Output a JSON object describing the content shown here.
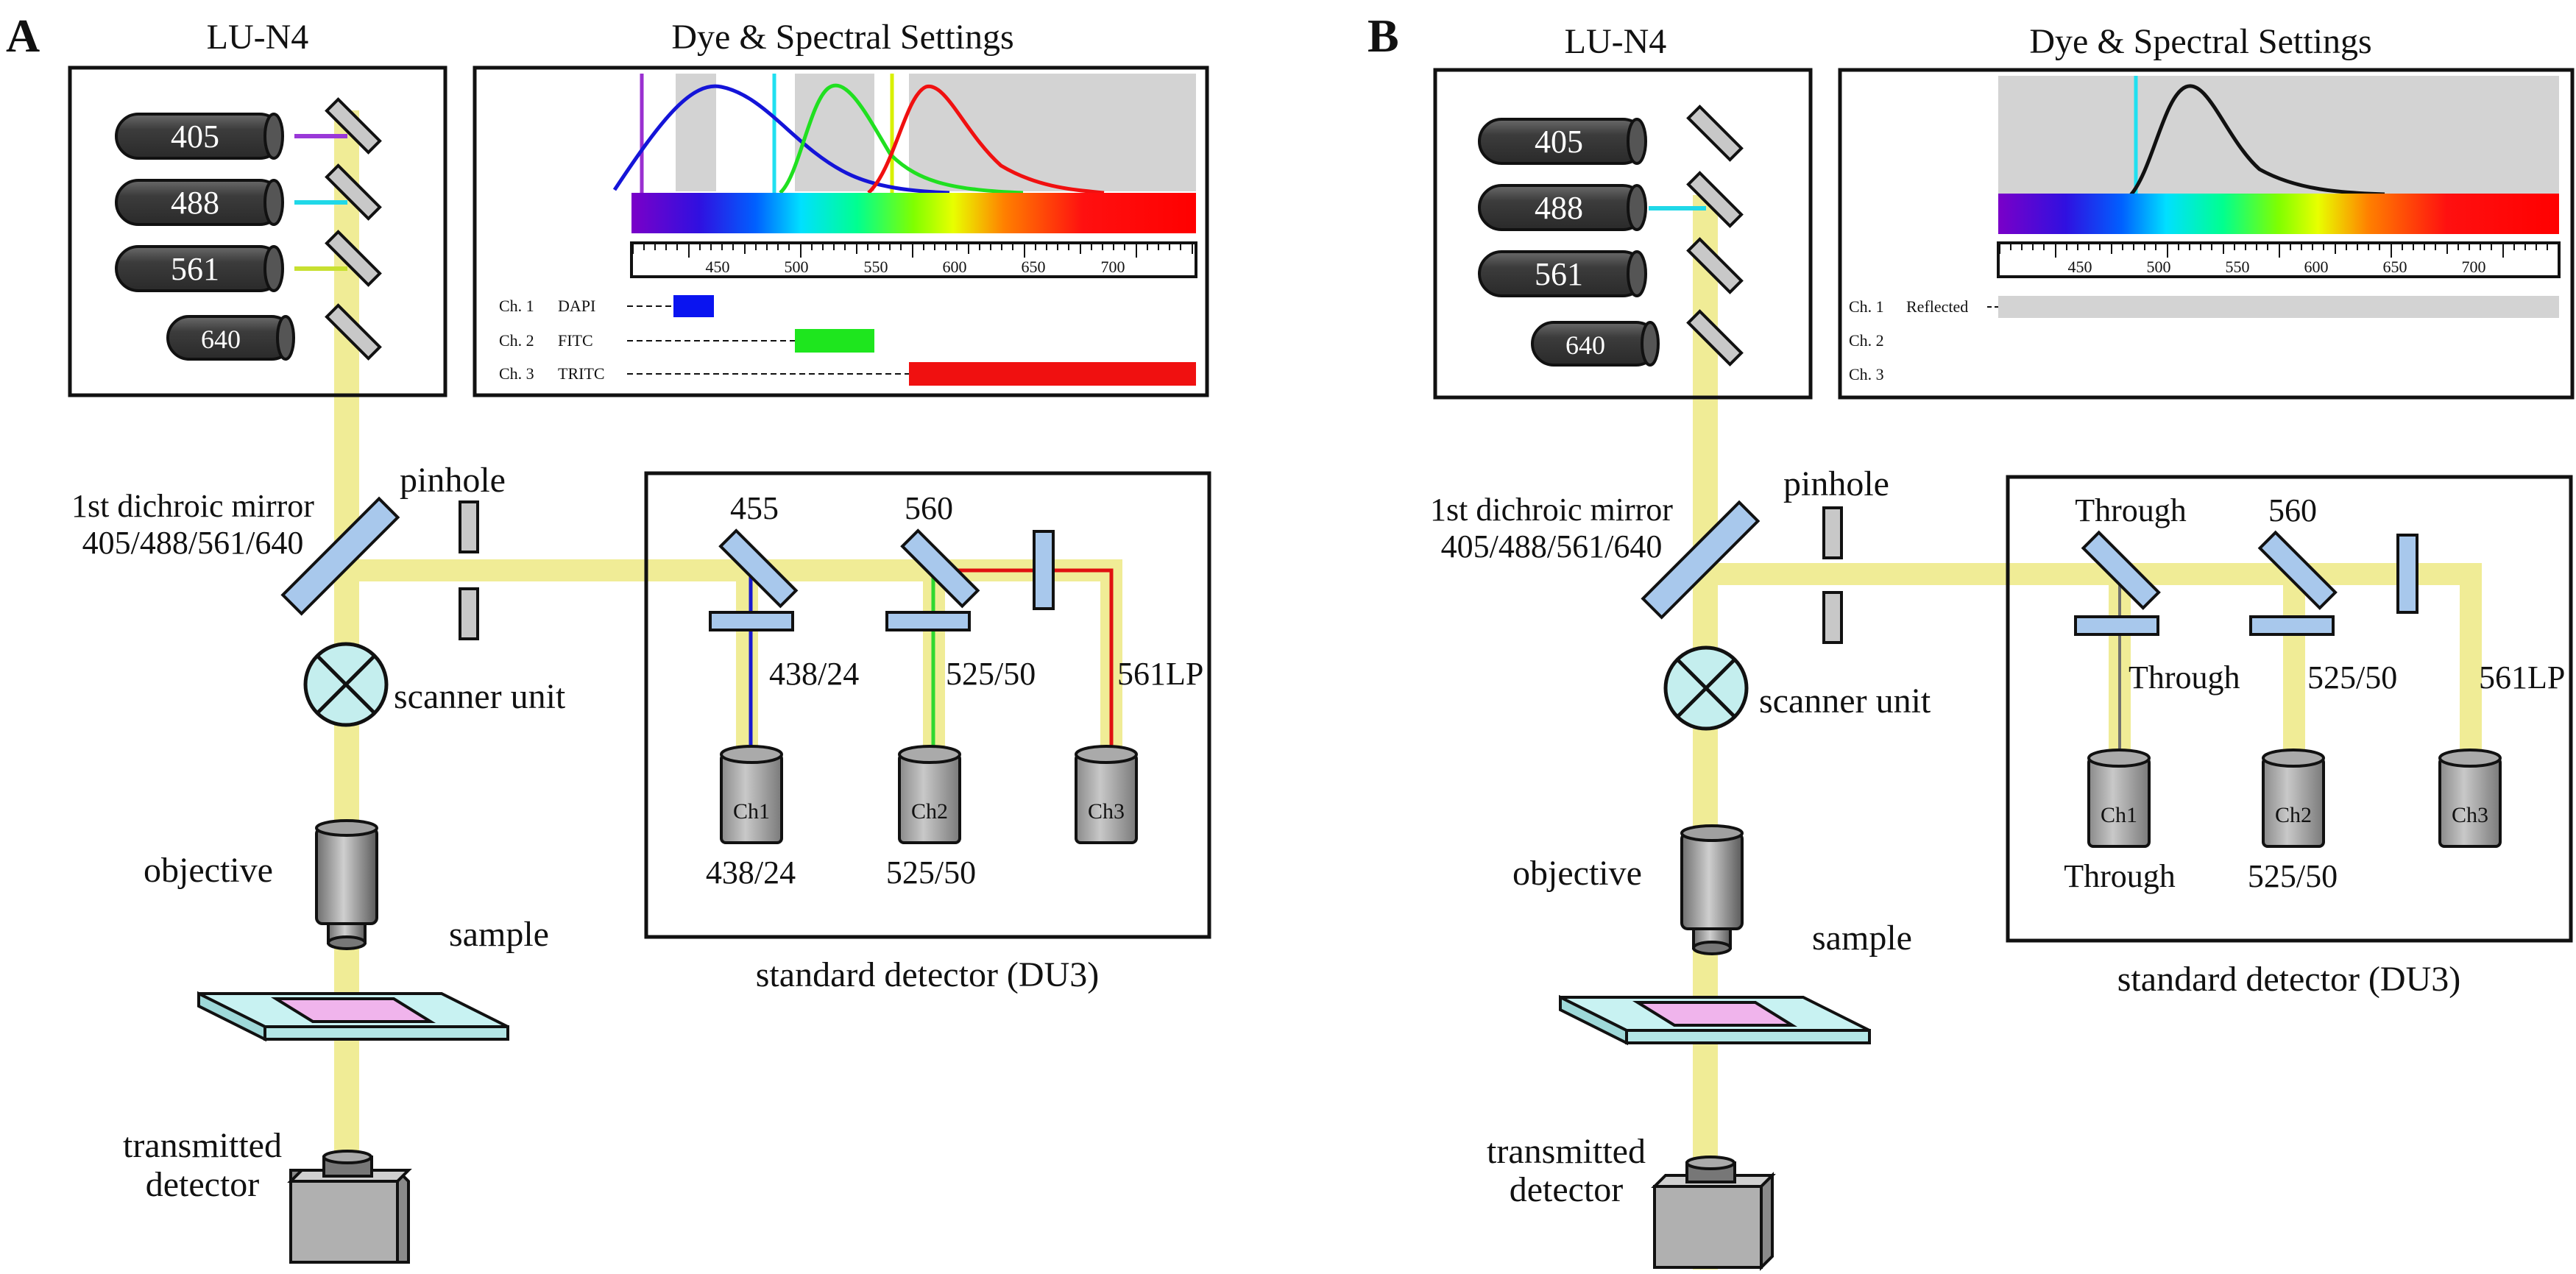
{
  "panels": [
    {
      "letter": "A",
      "laser_box_title": "LU-N4",
      "spectral_title": "Dye & Spectral Settings",
      "lasers": [
        "405",
        "488",
        "561",
        "640"
      ],
      "first_dichroic": [
        "1st dichroic mirror",
        "405/488/561/640"
      ],
      "pinhole": "pinhole",
      "scanner": "scanner unit",
      "objective": "objective",
      "sample": "sample",
      "transmitted": [
        "transmitted",
        "detector"
      ],
      "detector_box": "standard detector (DU3)",
      "ruler_ticks": [
        "450",
        "500",
        "550",
        "600",
        "650",
        "700"
      ],
      "channels": [
        {
          "label": "Ch. 1",
          "dye": "DAPI",
          "color": "#0a14f0"
        },
        {
          "label": "Ch. 2",
          "dye": "FITC",
          "color": "#1ee61e"
        },
        {
          "label": "Ch. 3",
          "dye": "TRITC",
          "color": "#f01010"
        }
      ],
      "dichroics": [
        "455",
        "560"
      ],
      "filters": [
        "438/24",
        "525/50",
        "561LP"
      ],
      "detectors": [
        "Ch1",
        "Ch2",
        "Ch3"
      ],
      "detector_bottom": [
        "438/24",
        "525/50"
      ]
    },
    {
      "letter": "B",
      "laser_box_title": "LU-N4",
      "spectral_title": "Dye & Spectral Settings",
      "lasers": [
        "405",
        "488",
        "561",
        "640"
      ],
      "first_dichroic": [
        "1st dichroic mirror",
        "405/488/561/640"
      ],
      "pinhole": "pinhole",
      "scanner": "scanner unit",
      "objective": "objective",
      "sample": "sample",
      "transmitted": [
        "transmitted",
        "detector"
      ],
      "detector_box": "standard detector (DU3)",
      "ruler_ticks": [
        "450",
        "500",
        "550",
        "600",
        "650",
        "700"
      ],
      "channels": [
        {
          "label": "Ch. 1",
          "dye": "Reflected",
          "color": "#d3d3d3"
        },
        {
          "label": "Ch. 2",
          "dye": "",
          "color": ""
        },
        {
          "label": "Ch. 3",
          "dye": "",
          "color": ""
        }
      ],
      "dichroics": [
        "Through",
        "560"
      ],
      "filters": [
        "Through",
        "525/50",
        "561LP"
      ],
      "detectors": [
        "Ch1",
        "Ch2",
        "Ch3"
      ],
      "detector_bottom": [
        "Through",
        "525/50"
      ]
    }
  ],
  "colors": {
    "beam": "#f0ec96",
    "optic_blue": "#a8c8ec",
    "gray_mirror": "#c8c8c8",
    "laser_dark": "#3a3a3a",
    "ch1_line": "#1a1ad0",
    "ch2_line": "#30d830",
    "ch3_line": "#e01010"
  }
}
